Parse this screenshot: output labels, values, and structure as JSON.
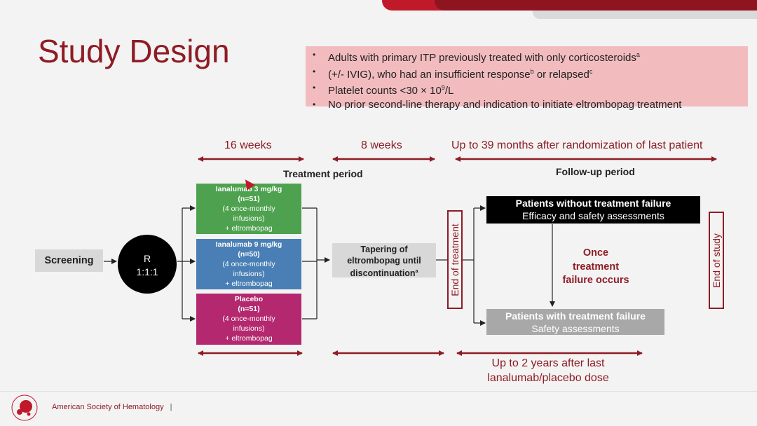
{
  "title": "Study Design",
  "criteria": [
    {
      "text": "Adults with primary ITP previously treated with only corticosteroids",
      "sup": "a"
    },
    {
      "text": "(+/- IVIG), who had an insufficient response",
      "sup": "b",
      "text2": " or relapsed",
      "sup2": "c",
      "continuation": true
    },
    {
      "text": "Platelet counts <30 × 10",
      "sup": "9",
      "text2": "/L"
    },
    {
      "text": "No prior second-line therapy and indication to initiate eltrombopag treatment"
    }
  ],
  "timeline": {
    "weeks16": "16 weeks",
    "weeks8": "8 weeks",
    "followup_duration": "Up to 39 months after randomization of last patient",
    "treatment_period": "Treatment period",
    "followup_period": "Follow-up period",
    "bottom_note_line1": "Up to 2 years after last",
    "bottom_note_line2": "lanalumab/placebo dose"
  },
  "screening": "Screening",
  "randomization": {
    "r": "R",
    "ratio": "1:1:1"
  },
  "arms": [
    {
      "name": "Ianalumab 3 mg/kg",
      "n": "(n=51)",
      "l1": "(4 once-monthly",
      "l2": "infusions)",
      "l3": "+ eltrombopag",
      "color": "#4ea24f"
    },
    {
      "name": "Ianalumab 9 mg/kg",
      "n": "(n=50)",
      "l1": "(4 once-monthly",
      "l2": "infusions)",
      "l3": "+ eltrombopag",
      "color": "#4a7fb5"
    },
    {
      "name": "Placebo",
      "n": "(n=51)",
      "l1": "(4 once-monthly",
      "l2": "infusions)",
      "l3": "+ eltrombopag",
      "color": "#b3286e"
    }
  ],
  "tapering": {
    "l1": "Tapering of",
    "l2": "eltrombopag until",
    "l3": "discontinuation",
    "sup": "a"
  },
  "end_of_treatment": "End of treatment",
  "end_of_study": "End of study",
  "no_failure": {
    "title": "Patients without treatment failure",
    "sub": "Efficacy and safety assessments"
  },
  "failure_occurs": {
    "l1": "Once",
    "l2": "treatment",
    "l3": "failure occurs"
  },
  "with_failure": {
    "title": "Patients with treatment failure",
    "sub": "Safety assessments"
  },
  "footer": {
    "org": "American Society of Hematology",
    "sep": "|"
  },
  "colors": {
    "brand": "#8e1c24",
    "accent": "#c0192a",
    "criteria_bg": "#f2bcbf"
  }
}
